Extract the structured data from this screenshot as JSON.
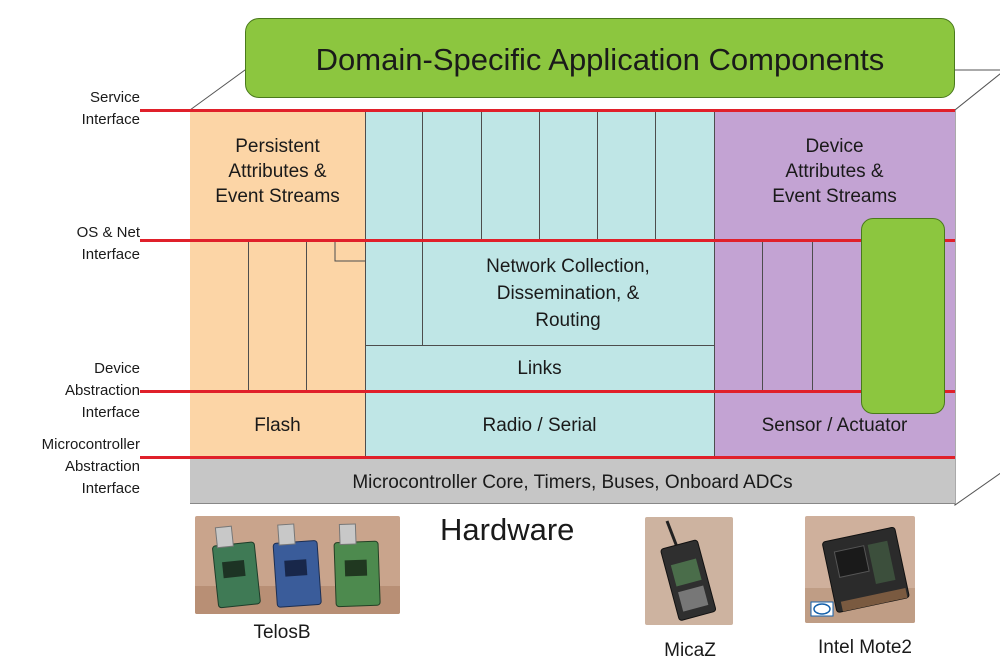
{
  "header": {
    "title": "Domain-Specific Application Components"
  },
  "interfaces": {
    "service": [
      "Service",
      "Interface"
    ],
    "os_net": [
      "OS & Net",
      "Interface"
    ],
    "device_abstraction": [
      "Device",
      "Abstraction",
      "Interface"
    ],
    "microcontroller_abstraction": [
      "Microcontroller",
      "Abstraction",
      "Interface"
    ]
  },
  "blocks": {
    "persistent": [
      "Persistent",
      "Attributes &",
      "Event Streams"
    ],
    "device_attributes": [
      "Device",
      "Attributes &",
      "Event Streams"
    ],
    "network": [
      "Network Collection,",
      "Dissemination, &",
      "Routing"
    ],
    "links": "Links",
    "flash": "Flash",
    "radio": "Radio / Serial",
    "sensor": "Sensor / Actuator",
    "microcontroller": "Microcontroller Core, Timers, Buses, Onboard ADCs"
  },
  "hardware": {
    "title": "Hardware",
    "devices": [
      "TelosB",
      "MicaZ",
      "Intel Mote2"
    ]
  },
  "colors": {
    "green": "#8cc63f",
    "peach": "#fcd5a6",
    "teal": "#bfe6e6",
    "purple": "#c3a3d3",
    "gray": "#c6c6c6",
    "red": "#e0202a"
  }
}
